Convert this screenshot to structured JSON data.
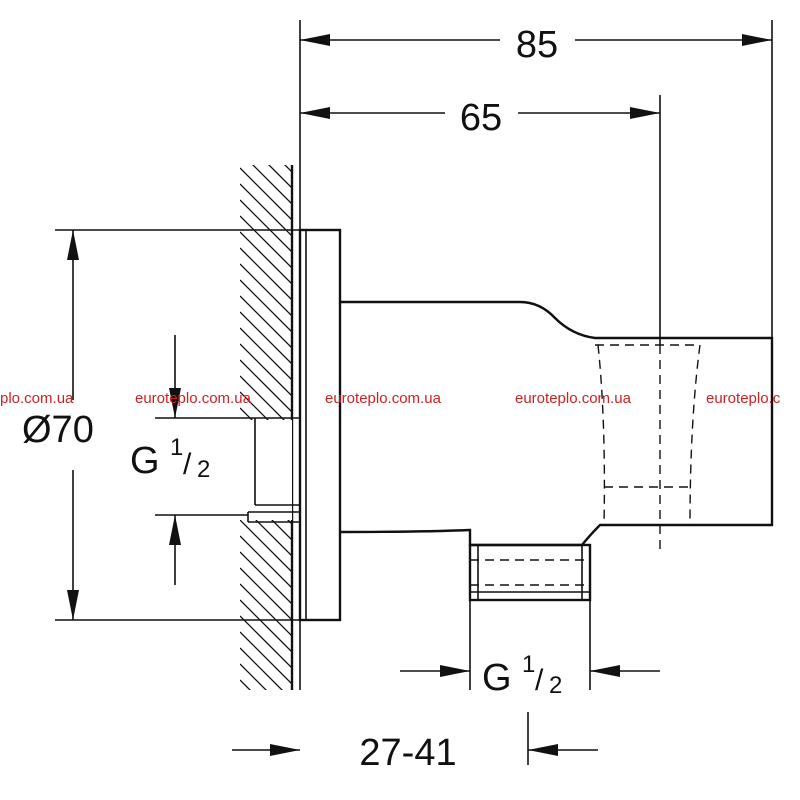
{
  "watermark": {
    "items": [
      "plo.com.ua",
      "euroteplo.com.ua",
      "euroteplo.com.ua",
      "euroteplo.com.ua",
      "euroteplo.c"
    ],
    "color": "#cc2222"
  },
  "dimensions": {
    "overall_length": "85",
    "outlet_depth": "65",
    "flange_diameter": "Ø70",
    "inlet_thread": "G",
    "inlet_thread_fraction_num": "1",
    "inlet_thread_fraction_den": "2",
    "outlet_thread": "G",
    "outlet_thread_fraction_num": "1",
    "outlet_thread_fraction_den": "2",
    "wall_recess_range": "27-41"
  },
  "colors": {
    "line": "#111111",
    "background": "#ffffff"
  }
}
